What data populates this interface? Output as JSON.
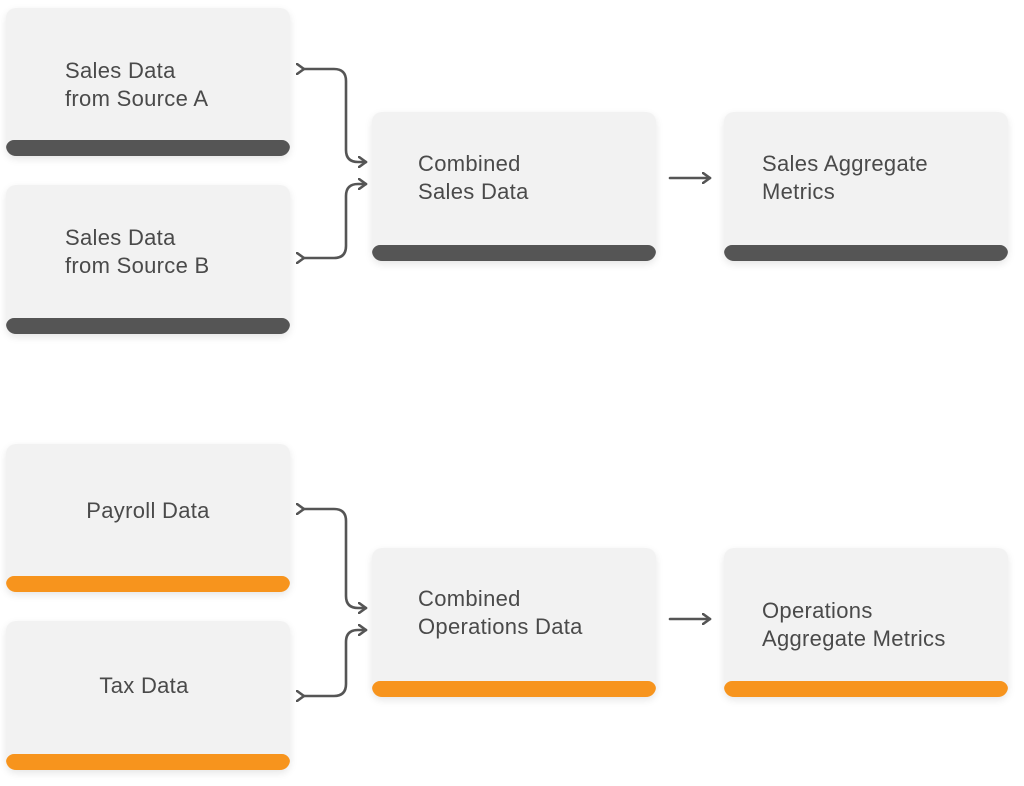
{
  "colors": {
    "card_bg": "#f2f2f2",
    "sales_bar": "#555555",
    "operations_bar": "#f7941d",
    "arrow": "#555555",
    "text": "#4a4a4a"
  },
  "sales": {
    "source_a": [
      "Sales Data",
      "from Source A"
    ],
    "source_b": [
      "Sales Data",
      "from Source B"
    ],
    "combined": [
      "Combined",
      "Sales Data"
    ],
    "aggregate": [
      "Sales Aggregate",
      "Metrics"
    ]
  },
  "operations": {
    "payroll": "Payroll Data",
    "tax": "Tax Data",
    "combined": [
      "Combined",
      "Operations Data"
    ],
    "aggregate": [
      "Operations",
      "Aggregate Metrics"
    ]
  }
}
